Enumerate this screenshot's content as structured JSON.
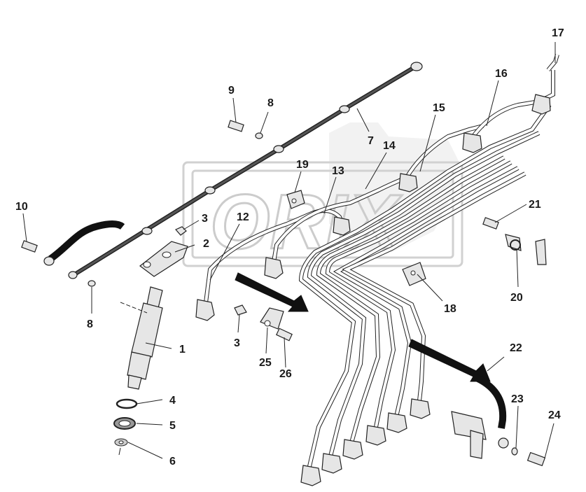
{
  "diagram": {
    "callouts": [
      "1",
      "2",
      "3",
      "3",
      "4",
      "5",
      "6",
      "7",
      "8",
      "8",
      "9",
      "10",
      "12",
      "13",
      "14",
      "15",
      "16",
      "17",
      "18",
      "19",
      "20",
      "21",
      "22",
      "23",
      "24",
      "25",
      "26"
    ]
  },
  "watermark": {
    "text": "ORIX"
  }
}
